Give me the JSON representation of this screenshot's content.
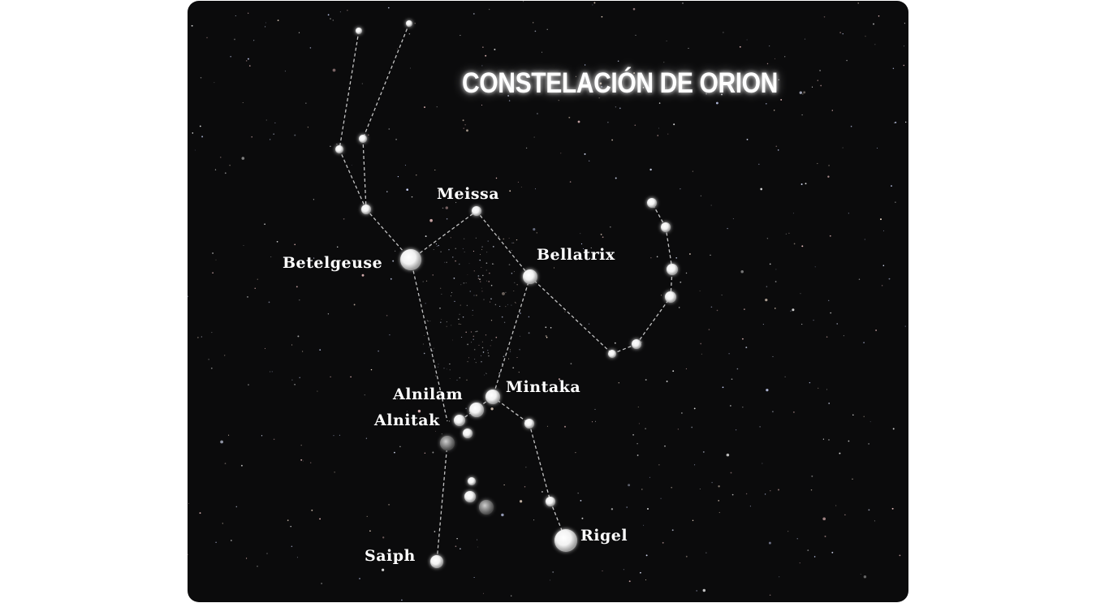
{
  "title": "CONSTELACIÓN DE ORION",
  "stars": {
    "betelgeuse": "Betelgeuse",
    "meissa": "Meissa",
    "bellatrix": "Bellatrix",
    "mintaka": "Mintaka",
    "alnilam": "Alnilam",
    "alnitak": "Alnitak",
    "rigel": "Rigel",
    "saiph": "Saiph"
  },
  "colors": {
    "background": "#0b0b0c",
    "text": "#ffffff",
    "lines": "#d8d8d8"
  }
}
